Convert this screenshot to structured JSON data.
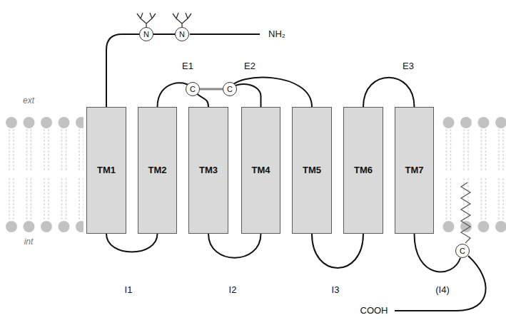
{
  "diagram": {
    "nodes": [
      {
        "text": [
          "N"
        ]
      },
      {
        "text": [
          "N"
        ]
      },
      {
        "text": [
          "C"
        ]
      },
      {
        "text": [
          "C"
        ]
      },
      {
        "text": [
          "TM1"
        ]
      },
      {
        "text": [
          "TM2"
        ]
      },
      {
        "text": [
          "TM3"
        ]
      },
      {
        "text": [
          "TM4"
        ]
      },
      {
        "text": [
          "TM5"
        ]
      },
      {
        "text": [
          "TM6"
        ]
      },
      {
        "text": [
          "TM7"
        ]
      },
      {
        "text": [
          "C"
        ]
      }
    ],
    "edges": [
      {
        "from": 4,
        "to": 0,
        "arrow": "none"
      },
      {
        "from": 0,
        "to": 1,
        "arrow": "none"
      },
      {
        "from": 4,
        "to": 5,
        "arrow": "none"
      },
      {
        "from": 5,
        "to": 6,
        "arrow": "none"
      },
      {
        "from": 2,
        "to": 3,
        "arrow": "none"
      },
      {
        "from": 6,
        "to": 7,
        "arrow": "none"
      },
      {
        "from": 7,
        "to": 8,
        "arrow": "none"
      },
      {
        "from": 8,
        "to": 9,
        "arrow": "none"
      },
      {
        "from": 9,
        "to": 10,
        "arrow": "none"
      },
      {
        "from": 10,
        "to": 11,
        "arrow": "none"
      }
    ],
    "labels": [
      "NH₂",
      "ext",
      "int",
      "E1",
      "E2",
      "E3",
      "I1",
      "I2",
      "I3",
      "(I4)",
      "COOH"
    ]
  }
}
